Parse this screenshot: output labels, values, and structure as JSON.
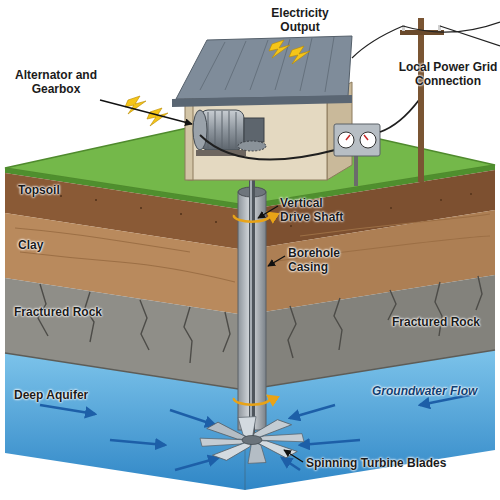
{
  "diagram": {
    "labels": [
      "Alternator and Gearbox",
      "Electricity Output",
      "Local Power Grid Connection",
      "Topsoil",
      "Clay",
      "Fractured Rock",
      "Fractured Rock",
      "Deep Aquifer",
      "Vertical Drive Shaft",
      "Borehole Casing",
      "Groundwater Flow",
      "Spinning Turbine Blades"
    ]
  }
}
